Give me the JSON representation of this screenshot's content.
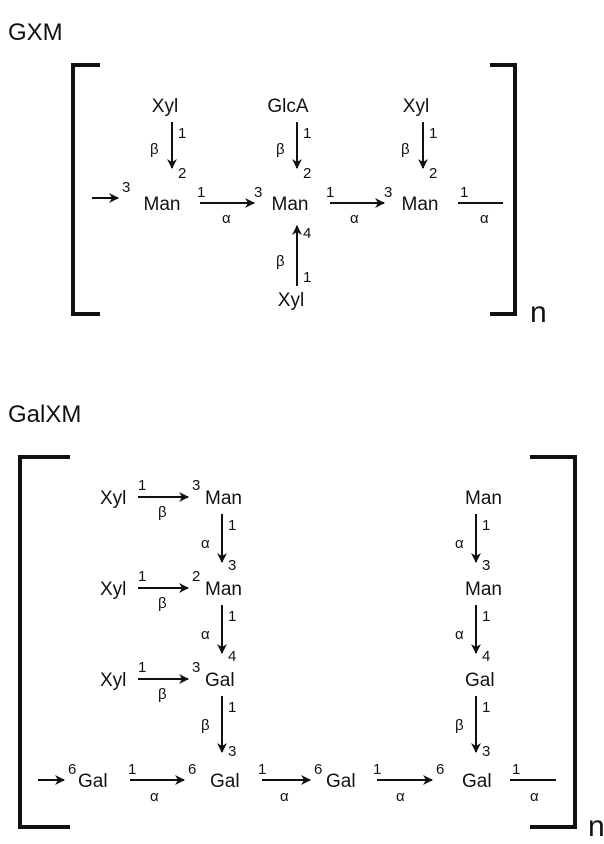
{
  "gxm": {
    "title": "GXM",
    "repeat_label": "n",
    "nodes": {
      "xyl_top_left": "Xyl",
      "glca_top": "GlcA",
      "xyl_top_right": "Xyl",
      "man_left": "Man",
      "man_center": "Man",
      "man_right": "Man",
      "xyl_bottom": "Xyl"
    },
    "positions": {
      "entry_in": "3",
      "l1_from": "1",
      "l1_to": "2",
      "l1_anomer": "β",
      "c1_from": "1",
      "c1_to": "2",
      "c1_anomer": "β",
      "r1_from": "1",
      "r1_to": "2",
      "r1_anomer": "β",
      "b1_from": "1",
      "b1_to": "4",
      "b1_anomer": "β",
      "m1_from": "1",
      "m1_to": "3",
      "m1_anomer": "α",
      "m2_from": "1",
      "m2_to": "3",
      "m2_anomer": "α",
      "exit_from": "1",
      "exit_anomer": "α"
    }
  },
  "galxm": {
    "title": "GalXM",
    "repeat_label": "n",
    "nodes": {
      "xyl_1": "Xyl",
      "man_1": "Man",
      "xyl_2": "Xyl",
      "man_2": "Man",
      "xyl_3": "Xyl",
      "gal_branch_left": "Gal",
      "man_r1": "Man",
      "man_r2": "Man",
      "gal_branch_right": "Gal",
      "gal_b1": "Gal",
      "gal_b2": "Gal",
      "gal_b3": "Gal",
      "gal_b4": "Gal"
    },
    "positions": {
      "x1_from": "1",
      "x1_to": "3",
      "x1_anomer": "β",
      "x2_from": "1",
      "x2_to": "2",
      "x2_anomer": "β",
      "x3_from": "1",
      "x3_to": "3",
      "x3_anomer": "β",
      "lv1_from": "1",
      "lv1_to": "3",
      "lv1_anomer": "α",
      "lv2_from": "1",
      "lv2_to": "4",
      "lv2_anomer": "α",
      "lv3_from": "1",
      "lv3_to": "3",
      "lv3_anomer": "β",
      "rv1_from": "1",
      "rv1_to": "3",
      "rv1_anomer": "α",
      "rv2_from": "1",
      "rv2_to": "4",
      "rv2_anomer": "α",
      "rv3_from": "1",
      "rv3_to": "3",
      "rv3_anomer": "β",
      "entry_in": "6",
      "bb1_from": "1",
      "bb1_to": "6",
      "bb1_anomer": "α",
      "bb2_from": "1",
      "bb2_to": "6",
      "bb2_anomer": "α",
      "bb3_from": "1",
      "bb3_to": "6",
      "bb3_anomer": "α",
      "exit_from": "1",
      "exit_anomer": "α"
    }
  }
}
